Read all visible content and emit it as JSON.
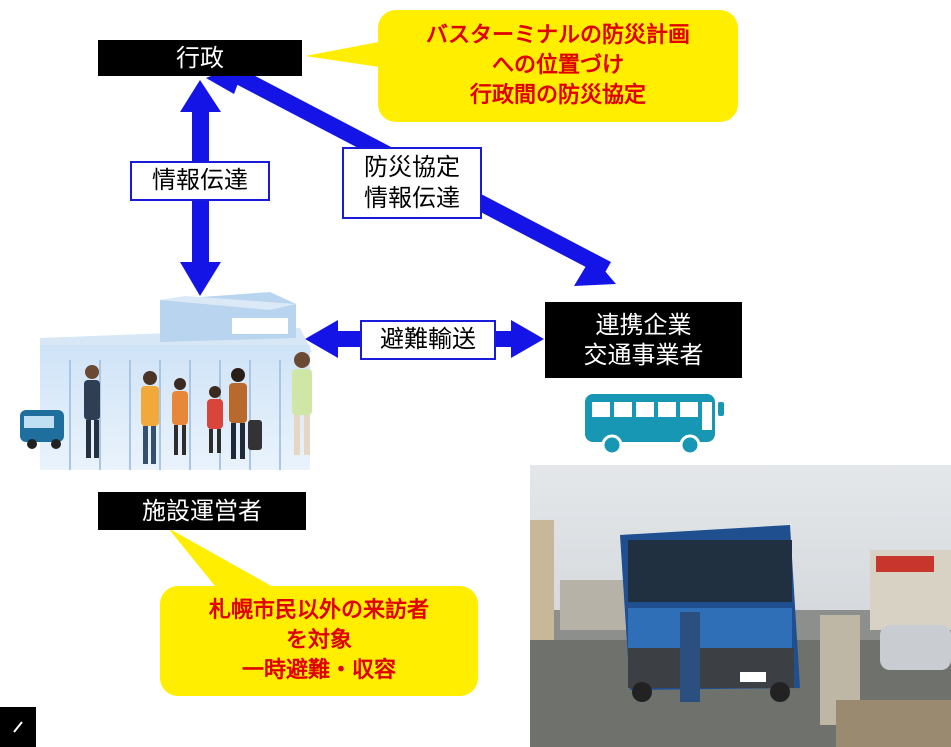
{
  "colors": {
    "arrow": "#1414e6",
    "callout_bg": "#ffee00",
    "callout_text": "#e00000",
    "box_bg": "#000000"
  },
  "nodes": {
    "government": "行政",
    "partner_line1": "連携企業",
    "partner_line2": "交通事業者",
    "operator": "施設運営者"
  },
  "edge_labels": {
    "info_transfer": "情報伝達",
    "disaster_agreement_line1": "防災協定",
    "disaster_agreement_line2": "情報伝達",
    "evacuation_transport": "避難輸送"
  },
  "callouts": {
    "government_note": [
      "バスターミナルの防災計画",
      "への位置づけ",
      "行政間の防災協定"
    ],
    "operator_note": [
      "札幌市民以外の来訪者",
      "を対象",
      "一時避難・収容"
    ]
  },
  "icons": {
    "bus": "bus-icon",
    "terminal": "bus-terminal-illustration",
    "photo": "bus-photo"
  }
}
